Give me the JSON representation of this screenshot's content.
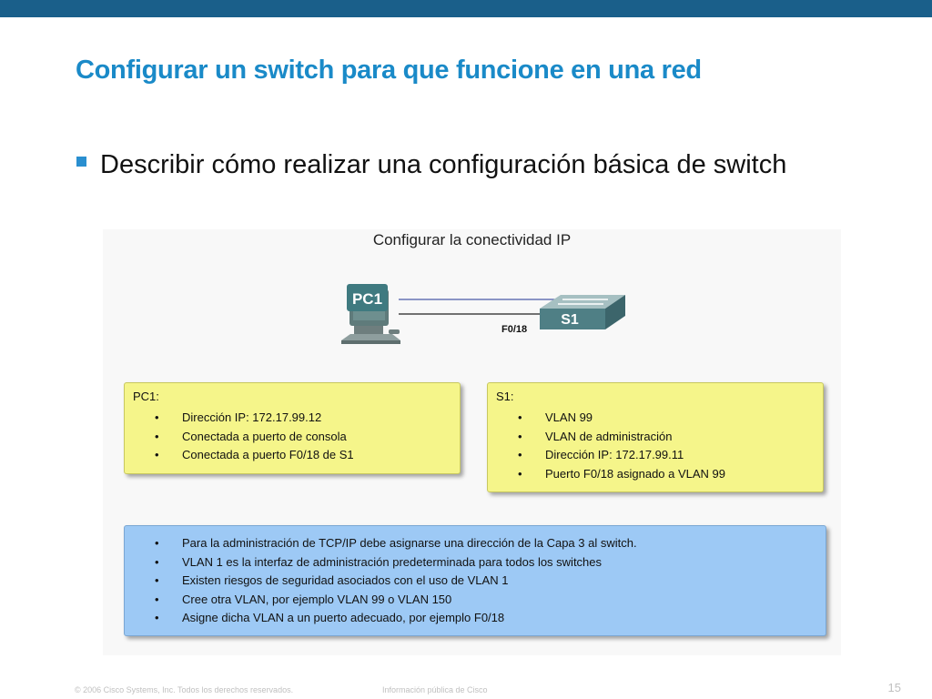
{
  "slide": {
    "title": "Configurar un switch para que funcione en una red",
    "bullet": "Describir cómo realizar una configuración básica de switch"
  },
  "figure": {
    "title": "Configurar la conectividad IP",
    "pc_label": "PC1",
    "switch_label": "S1",
    "port_label": "F0/18"
  },
  "pc_box": {
    "title": "PC1:",
    "items": [
      "Dirección IP: 172.17.99.12",
      "Conectada a puerto de consola",
      "Conectada a puerto F0/18 de S1"
    ]
  },
  "switch_box": {
    "title": "S1:",
    "items": [
      "VLAN 99",
      "VLAN de administración",
      "Dirección IP: 172.17.99.11",
      "Puerto F0/18 asignado a VLAN 99"
    ]
  },
  "notes_box": {
    "items": [
      "Para la administración de TCP/IP debe asignarse una dirección de la Capa 3 al switch.",
      "VLAN 1 es la interfaz de administración predeterminada para todos los switches",
      "Existen riesgos de seguridad asociados con el uso de VLAN 1",
      "Cree otra VLAN, por ejemplo VLAN 99 o VLAN 150",
      "Asigne dicha VLAN a un puerto adecuado, por ejemplo F0/18"
    ]
  },
  "footer": {
    "copyright": "© 2006 Cisco Systems, Inc. Todos los derechos reservados.",
    "info": "Información pública de Cisco",
    "page": "15"
  },
  "colors": {
    "top_bar": "#1a5f8a",
    "title": "#1a8ac8",
    "yellow_box": "#f5f58a",
    "blue_box": "#9dc9f5"
  },
  "icons": [
    "square-bullet-icon",
    "pc-icon",
    "switch-icon"
  ]
}
